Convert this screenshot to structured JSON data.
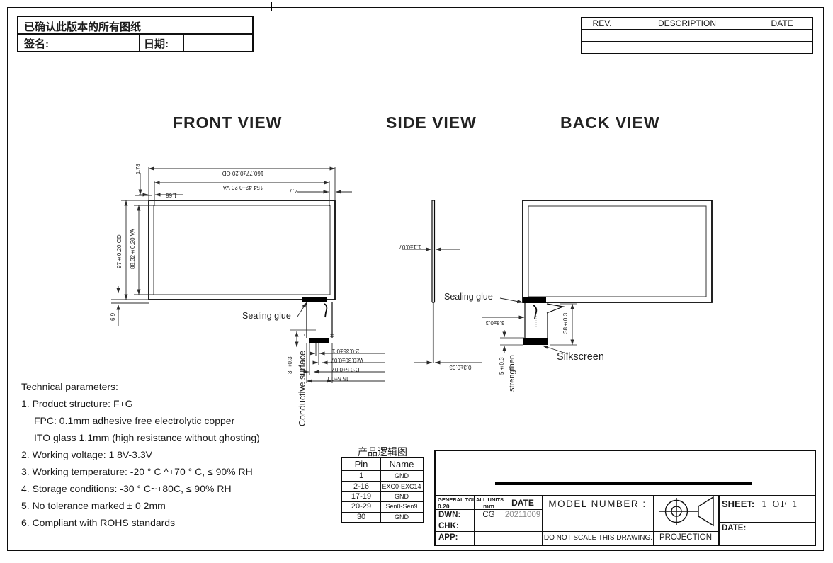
{
  "confirm_box": {
    "title": "已确认此版本的所有图纸",
    "sign_label": "签名:",
    "date_label": "日期:"
  },
  "rev_table": {
    "rev": "REV.",
    "description": "DESCRIPTION",
    "date": "DATE"
  },
  "view_titles": {
    "front": "FRONT VIEW",
    "side": "SIDE VIEW",
    "back": "BACK VIEW"
  },
  "front_view": {
    "dim_od_width": "160.77±0.20 OD",
    "dim_va_width": "154.42±0.20 VA",
    "dim_left_margin": "1.66",
    "dim_right_margin": "4.7",
    "dim_top_margin": "1.78",
    "dim_od_height": "97±0.20 OD",
    "dim_va_height": "88.32±0.20 VA",
    "dim_bottom_margin": "6.9",
    "sealing_glue_label": "Sealing glue",
    "conductive_surface_label": "Conductive surface",
    "dim_fpc_offset": "3±0.3",
    "dim_pin_pitch": "2-0.35±0.1",
    "dim_pin_width": "W:0.30±0.07",
    "dim_pin_depth": "D:0.5±0.07",
    "dim_fpc_width": "15.5±0.1",
    "pin_first": "1",
    "pin_last": "30"
  },
  "side_view": {
    "dim_glass_thickness": "1.1±0.07",
    "dim_fpc_thickness": "0.3±0.03"
  },
  "back_view": {
    "sealing_glue_label": "Sealing glue",
    "silkscreen_label": "Silkscreen",
    "dim_fpc_bend": "3.8±0.3",
    "dim_fpc_length": "38±0.3",
    "dim_strengthen": "5±0.3",
    "strengthen_label": "strengthen"
  },
  "technical_parameters": {
    "title": "Technical parameters:",
    "lines": [
      "1. Product structure: F+G",
      "FPC: 0.1mm adhesive free electrolytic copper",
      "ITO glass 1.1mm (high resistance without ghosting)",
      "2. Working voltage: 1  8V-3.3V",
      "3. Working temperature: -20 ° C ^+70 ° C, ≤ 90% RH",
      "4. Storage conditions: -30 ° C~+80C, ≤ 90% RH",
      "5. No tolerance marked ± 0  2mm",
      "6. Compliant with ROHS standards"
    ]
  },
  "pin_table": {
    "title": "产品逻辑图",
    "col_pin": "Pin",
    "col_name": "Name",
    "rows": [
      {
        "pin": "1",
        "name": "GND"
      },
      {
        "pin": "2-16",
        "name": "EXC0-EXC14"
      },
      {
        "pin": "17-19",
        "name": "GND"
      },
      {
        "pin": "20-29",
        "name": "Sen0-Sen9"
      },
      {
        "pin": "30",
        "name": "GND"
      }
    ]
  },
  "title_block": {
    "general_tol_label": "GENERAL TOL",
    "general_tol_value": "0.20",
    "all_units_label": "ALL UNITS:",
    "all_units_value": "mm",
    "date_header": "DATE",
    "dwn_label": "DWN:",
    "dwn_value": "CG",
    "dwn_date": "20211009",
    "chk_label": "CHK:",
    "app_label": "APP:",
    "model_number_label": "MODEL NUMBER :",
    "do_not_scale": "DO NOT SCALE THIS DRAWING.",
    "projection_label": "PROJECTION",
    "sheet_label": "SHEET:",
    "sheet_value": "1 OF 1",
    "date_label": "DATE:"
  }
}
